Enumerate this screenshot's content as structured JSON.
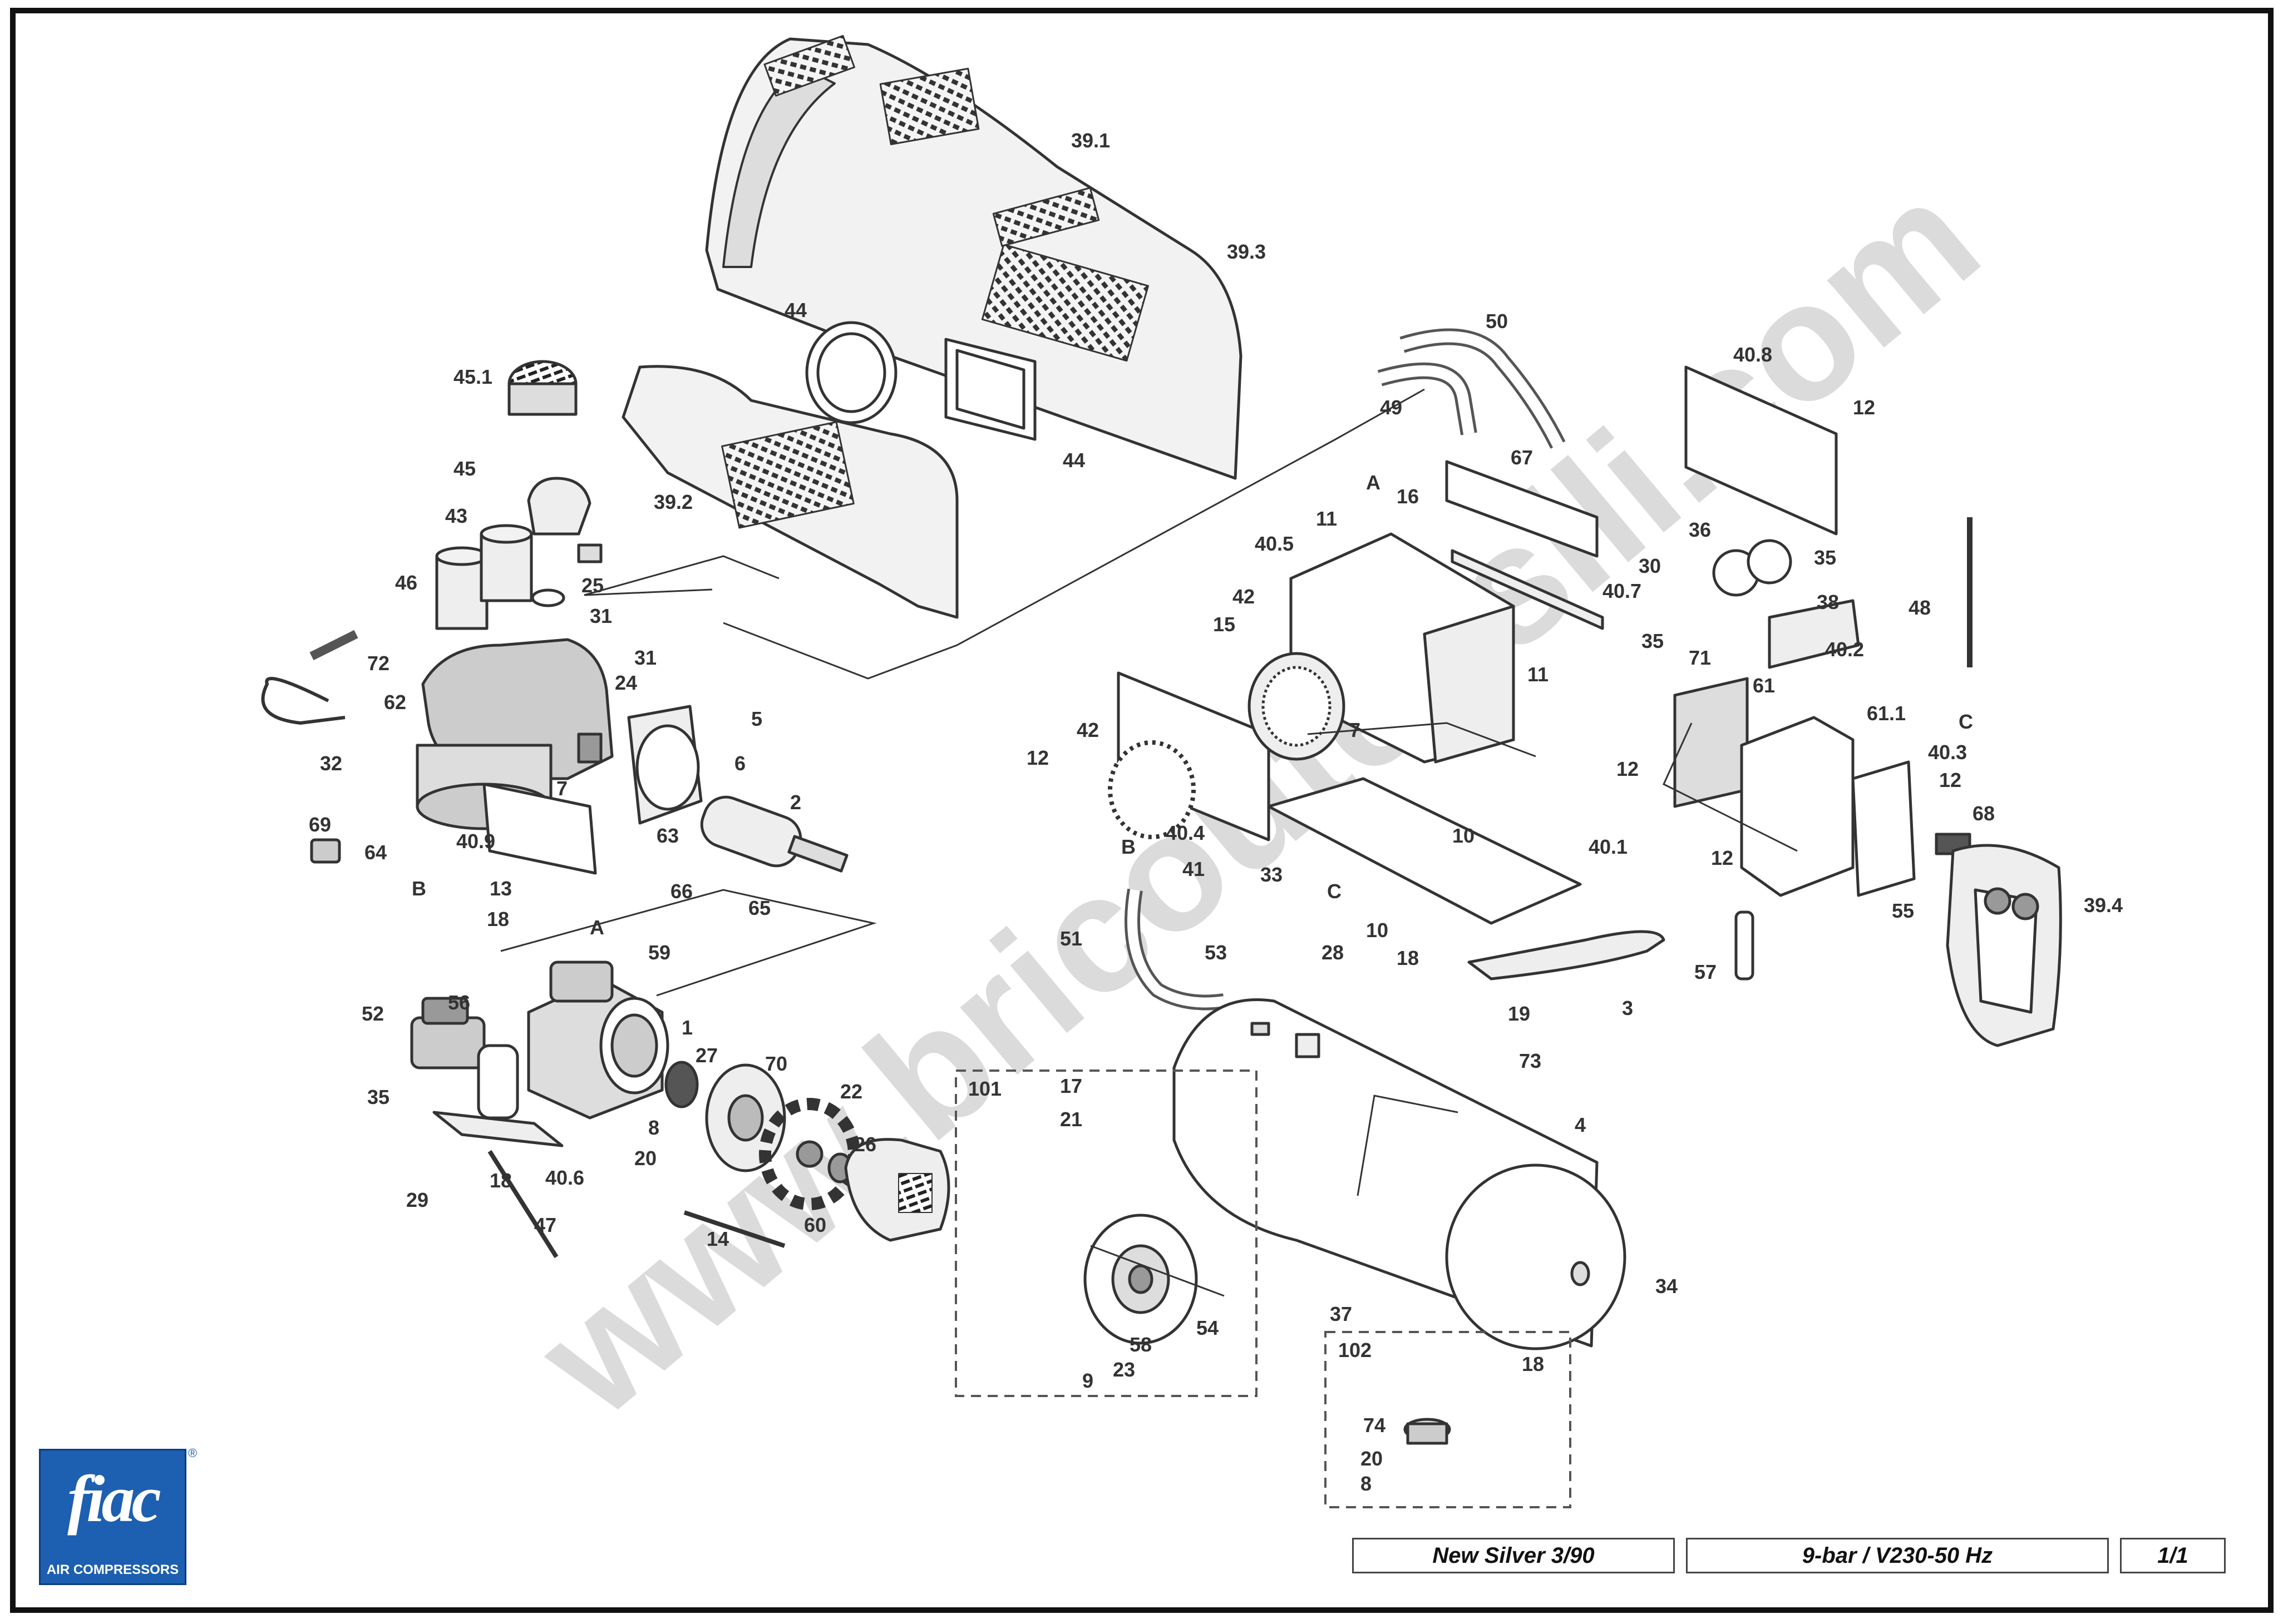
{
  "logo": {
    "brand": "fiac",
    "subtitle": "AIR COMPRESSORS",
    "registered": "®"
  },
  "title_block": {
    "model": "New Silver 3/90",
    "spec": "9-bar / V230-50 Hz",
    "sheet": "1/1"
  },
  "watermark": "www.bricoutensili.com",
  "colors": {
    "line": "#333333",
    "part_fill": "#f2f2f2",
    "dark": "#555555",
    "logo": "#1d5fb0"
  },
  "callouts": {
    "c391": "39.1",
    "c393": "39.3",
    "c392": "39.2",
    "c394": "39.4",
    "c44a": "44",
    "c44b": "44",
    "c451": "45.1",
    "c45": "45",
    "c43": "43",
    "c46": "46",
    "c25": "25",
    "c31a": "31",
    "c31b": "31",
    "c24": "24",
    "c72": "72",
    "c62": "62",
    "c32": "32",
    "c69": "69",
    "c64": "64",
    "c5": "5",
    "c6": "6",
    "c7a": "7",
    "c63": "63",
    "c2": "2",
    "c409": "40.9",
    "c13": "13",
    "c18a": "18",
    "c66": "66",
    "c65": "65",
    "c59": "59",
    "c52": "52",
    "c56": "56",
    "c35a": "35",
    "c1": "1",
    "c27": "27",
    "c70": "70",
    "c22": "22",
    "c26": "26",
    "c8a": "8",
    "c20a": "20",
    "c406": "40.6",
    "c18b": "18",
    "c29": "29",
    "c47": "47",
    "c14": "14",
    "c60": "60",
    "c50": "50",
    "c49": "49",
    "c16": "16",
    "c67": "67",
    "c11a": "11",
    "c405": "40.5",
    "c407": "40.7",
    "c42a": "42",
    "c15": "15",
    "c11b": "11",
    "c7b": "7",
    "c42b": "42",
    "c12a": "12",
    "c404": "40.4",
    "c408": "40.8",
    "c12b": "12",
    "c36": "36",
    "c30": "30",
    "c35b": "35",
    "c38": "38",
    "c35c": "35",
    "c71": "71",
    "c402": "40.2",
    "c48": "48",
    "c61": "61",
    "c611": "61.1",
    "c12c": "12",
    "c403": "40.3",
    "c12d": "12",
    "c68": "68",
    "c12e": "12",
    "c55": "55",
    "c57": "57",
    "c10a": "10",
    "c401": "40.1",
    "c41": "41",
    "c33": "33",
    "c10b": "10",
    "c18c": "18",
    "c53": "53",
    "c28": "28",
    "c51": "51",
    "c19": "19",
    "c3": "3",
    "c73": "73",
    "c4": "4",
    "c34": "34",
    "c37": "37",
    "c101": "101",
    "c17": "17",
    "c21": "21",
    "c54": "54",
    "c58": "58",
    "c23": "23",
    "c9": "9",
    "c102": "102",
    "c18d": "18",
    "c74": "74",
    "c20b": "20",
    "c8b": "8"
  },
  "flow_markers": {
    "a1": "A",
    "a2": "A",
    "b1": "B",
    "b2": "B",
    "c1": "C",
    "c2": "C"
  }
}
